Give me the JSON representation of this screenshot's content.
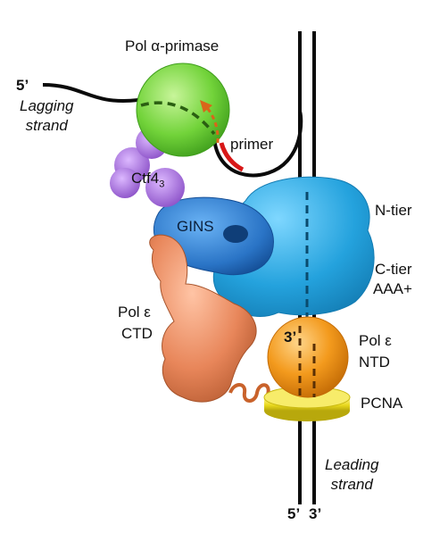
{
  "labels": {
    "pol_alpha_primase": "Pol α-primase",
    "five_prime_top": "5’",
    "lagging_strand": "Lagging\nstrand",
    "primer": "primer",
    "ctf4": "Ctf4",
    "ctf4_sub": "3",
    "gins": "GINS",
    "n_tier": "N-tier",
    "c_tier": "C-tier",
    "aaa": "AAA+",
    "pol_e_ctd_1": "Pol ε",
    "pol_e_ctd_2": "CTD",
    "three_prime": "3’",
    "pol_e_ntd_1": "Pol ε",
    "pol_e_ntd_2": "NTD",
    "pcna": "PCNA",
    "leading_strand": "Leading\nstrand",
    "five_prime_bottom": "5’",
    "three_prime_bottom": "3’"
  },
  "colors": {
    "pol_alpha": "#7fd944",
    "ctf4": "#a86fe0",
    "mcm": "#2aa7e0",
    "gins": "#2c7fd0",
    "pol_e_ctd": "#e8875c",
    "pol_e_ntd": "#f39a1d",
    "pcna": "#e8d81c",
    "primer": "#d81818",
    "dna": "#0a0a0a"
  }
}
